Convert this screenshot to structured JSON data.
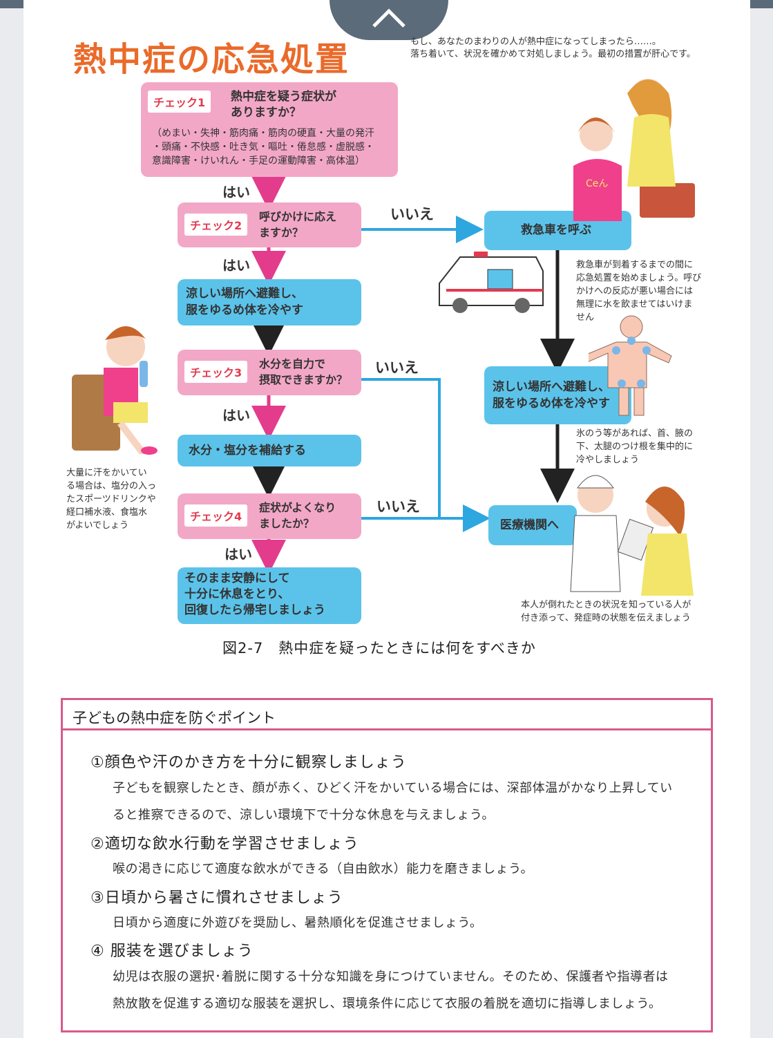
{
  "header": {
    "title": "熱中症の応急処置",
    "intro_line1": "もし、あなたのまわりの人が熱中症になってしまったら……。",
    "intro_line2": "落ち着いて、状況を確かめて対処しましょう。最初の措置が肝心です。"
  },
  "flow": {
    "yes_label": "はい",
    "no_label": "いいえ",
    "check1": {
      "label": "チェック1",
      "question_line1": "熱中症を疑う症状が",
      "question_line2": "ありますか？",
      "symptoms_line1": "（めまい・失神・筋肉痛・筋肉の硬直・大量の発汗",
      "symptoms_line2": "・頭痛・不快感・吐き気・嘔吐・倦怠感・虚脱感・",
      "symptoms_line3": "意識障害・けいれん・手足の運動障害・高体温）"
    },
    "check2": {
      "label": "チェック2",
      "question_line1": "呼びかけに応え",
      "question_line2": "ますか？"
    },
    "cool1": {
      "line1": "涼しい場所へ避難し、",
      "line2": "服をゆるめ体を冷やす"
    },
    "check3": {
      "label": "チェック3",
      "question_line1": "水分を自力で",
      "question_line2": "摂取できますか？"
    },
    "hydrate": "水分・塩分を補給する",
    "check4": {
      "label": "チェック4",
      "question_line1": "症状がよくなり",
      "question_line2": "ましたか？"
    },
    "rest": {
      "line1": "そのまま安静にして",
      "line2": "十分に休息をとり、",
      "line3": "回復したら帰宅しましょう"
    },
    "ambulance": "救急車を呼ぶ",
    "cool2": {
      "line1": "涼しい場所へ避難し、",
      "line2": "服をゆるめ体を冷やす"
    },
    "hospital": "医療機関へ"
  },
  "notes": {
    "ambulance_note": [
      "救急車が到着するまでの間に",
      "応急処置を始めましょう。呼び",
      "かけへの反応が悪い場合には",
      "無理に水を飲ませてはいけま",
      "せん"
    ],
    "ice_note": [
      "氷のう等があれば、首、腋の",
      "下、太腿のつけ根を集中的に",
      "冷やしましょう"
    ],
    "sweat_note": [
      "大量に汗をかいてい",
      "る場合は、塩分の入っ",
      "たスポーツドリンクや",
      "経口補水液、食塩水",
      "がよいでしょう"
    ],
    "witness_note": [
      "本人が倒れたときの状況を知っている人が",
      "付き添って、発症時の状態を伝えましょう"
    ],
    "shirt_text": "Ceん"
  },
  "caption": "図2-7　熱中症を疑ったときには何をすべきか",
  "points": {
    "title": "子どもの熱中症を防ぐポイント",
    "items": [
      {
        "heading": "①顔色や汗のかき方を十分に観察しましょう",
        "body": [
          "子どもを観察したとき、顔が赤く、ひどく汗をかいている場合には、深部体温がかなり上昇してい",
          "ると推察できるので、涼しい環境下で十分な休息を与えましょう。"
        ]
      },
      {
        "heading": "②適切な飲水行動を学習させましょう",
        "body": [
          "喉の渇きに応じて適度な飲水ができる（自由飲水）能力を磨きましょう。"
        ]
      },
      {
        "heading": "③日頃から暑さに慣れさせましょう",
        "body": [
          "日頃から適度に外遊びを奨励し、暑熱順化を促進させましょう。"
        ]
      },
      {
        "heading": "④ 服装を選びましょう",
        "body": [
          "幼児は衣服の選択･着脱に関する十分な知識を身につけていません。そのため、保護者や指導者は",
          "熱放散を促進する適切な服装を選択し、環境条件に応じて衣服の着脱を適切に指導しましょう。"
        ]
      }
    ]
  },
  "colors": {
    "pink": "#f3a7c6",
    "blue": "#5bc3ea",
    "arrow_pink": "#e33c8c",
    "title_orange": "#ea6a2a",
    "frame": "#d85a8a"
  }
}
